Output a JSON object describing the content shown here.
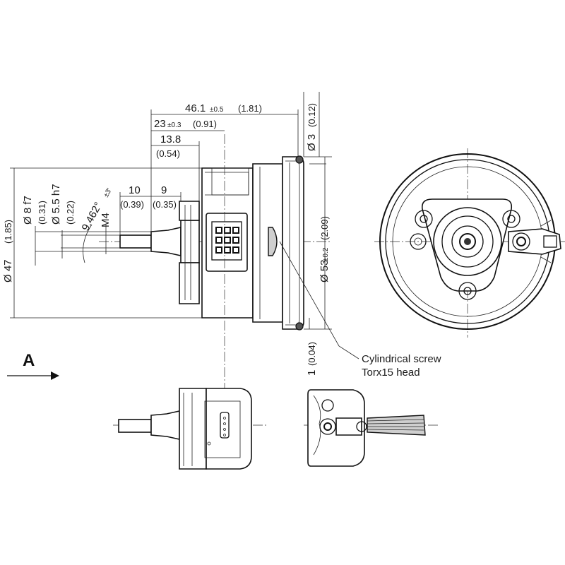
{
  "dimensions": {
    "length_total": {
      "value": "46.1",
      "tol": "±0.5",
      "inch": "(1.81)"
    },
    "length_23": {
      "value": "23",
      "tol": "±0.3",
      "inch": "(0.91)"
    },
    "length_13_8": {
      "value": "13.8",
      "inch": "(0.54)"
    },
    "length_10": {
      "value": "10",
      "inch": "(0.39)"
    },
    "length_9": {
      "value": "9",
      "inch": "(0.35)"
    },
    "dia_47": {
      "value": "Ø 47",
      "inch": "(1.85)"
    },
    "dia_8": {
      "value": "Ø 8 f7",
      "inch": "(0.31)"
    },
    "dia_5_5": {
      "value": "Ø 5.5 h7",
      "inch": "(0.22)"
    },
    "angle": {
      "value": "9.462°",
      "tol": "±3'"
    },
    "thread": {
      "value": "M4"
    },
    "dia_3": {
      "value": "Ø 3",
      "inch": "(0.12)"
    },
    "dia_53": {
      "value": "Ø 53",
      "tol": "±0.2",
      "inch": "(2.09)"
    },
    "gap_1": {
      "value": "1",
      "inch": "(0.04)"
    }
  },
  "callout": {
    "line1": "Cylindrical screw",
    "line2": "Torx15 head"
  },
  "view_label": "A"
}
